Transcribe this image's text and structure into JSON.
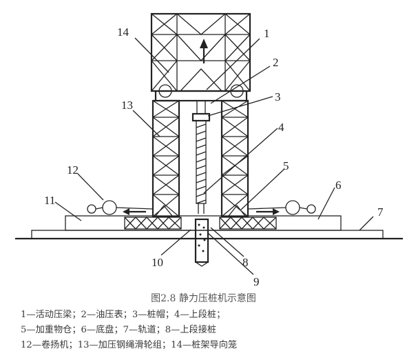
{
  "labels": {
    "n1": "1",
    "n2": "2",
    "n3": "3",
    "n4": "4",
    "n5": "5",
    "n6": "6",
    "n7": "7",
    "n8": "8",
    "n9": "9",
    "n10": "10",
    "n11": "11",
    "n12": "12",
    "n13": "13",
    "n14": "14"
  },
  "caption": {
    "title": "图2.8  静力压桩机示意图",
    "line1": "1—活动压梁；2—油压表；3—桩帽；4—上段桩；",
    "line2": "5—加重物仓；6—底盘；7—轨道；8—上段接桩",
    "line3": "12—卷扬机；13—加压钢绳滑轮组；14—桩架导向笼"
  }
}
